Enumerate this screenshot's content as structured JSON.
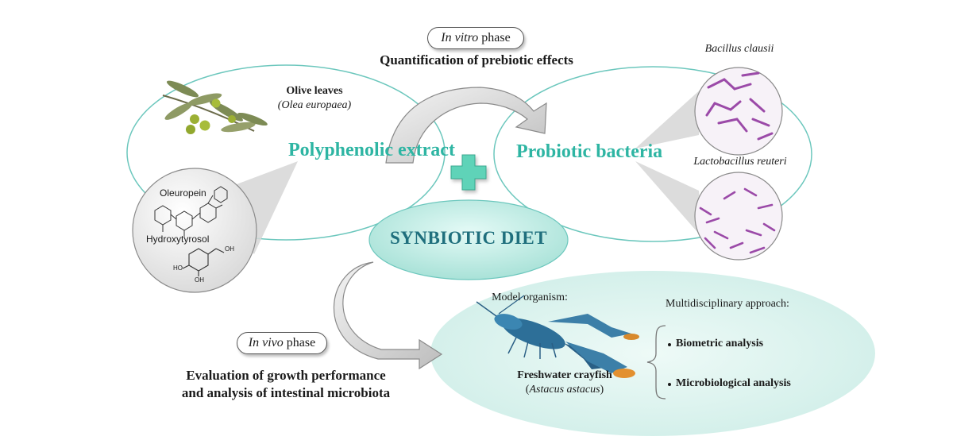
{
  "invitro": {
    "phase_word_italic": "In vitro",
    "phase_word": " phase",
    "heading": "Quantification  of  prebiotic  effects"
  },
  "left": {
    "olive_title": "Olive leaves",
    "olive_latin": "(Olea europaea)",
    "extract_label": "Polyphenolic extract",
    "compound1": "Oleuropein",
    "compound2": "Hydroxytyrosol",
    "oh1": "OH",
    "oh2": "HO",
    "oh3": "OH"
  },
  "right": {
    "probiotic_label": "Probiotic bacteria",
    "bacteria1": "Bacillus clausii",
    "bacteria2": "Lactobacillus reuteri"
  },
  "center": {
    "synbiotic": "SYNBIOTIC  DIET"
  },
  "invivo": {
    "phase_word_italic": "In vivo",
    "phase_word": " phase",
    "heading_line1": "Evaluation of growth performance",
    "heading_line2": "and analysis of intestinal microbiota"
  },
  "bottom": {
    "model_label": "Model organism:",
    "crayfish_title": "Freshwater crayfish",
    "crayfish_latin_open": "(",
    "crayfish_latin": "Astacus astacus",
    "crayfish_latin_close": ")",
    "approach_label": "Multidisciplinary approach:",
    "analysis": [
      "Biometric analysis",
      "Microbiological analysis"
    ]
  },
  "colors": {
    "teal_text": "#2eb5a3",
    "teal_outline": "#6cc7bd",
    "synbiotic_fill": "#c7efe8",
    "bottom_fill": "#dff5f1",
    "plus_fill": "#5fd3b8",
    "bacteria_stain": "#9b4aa8"
  }
}
